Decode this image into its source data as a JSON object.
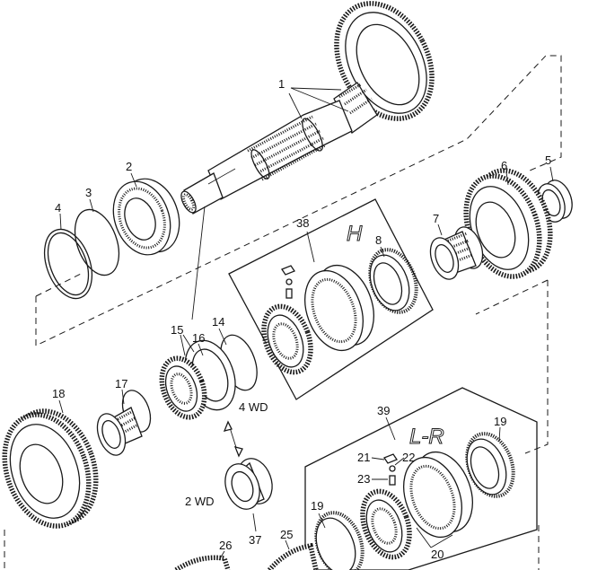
{
  "diagram": {
    "part_numbers": {
      "p1": "1",
      "p2": "2",
      "p3": "3",
      "p4": "4",
      "p5": "5",
      "p6": "6",
      "p7": "7",
      "p8": "8",
      "p14": "14",
      "p15": "15",
      "p16": "16",
      "p17": "17",
      "p18": "18",
      "p19a": "19",
      "p19b": "19",
      "p20": "20",
      "p21": "21",
      "p22": "22",
      "p23": "23",
      "p25": "25",
      "p26": "26",
      "p37": "37",
      "p38": "38",
      "p39": "39"
    },
    "group_labels": {
      "high": "H",
      "low_reverse": "L-R"
    },
    "annotations": {
      "four_wd": "4 WD",
      "two_wd": "2 WD"
    }
  }
}
